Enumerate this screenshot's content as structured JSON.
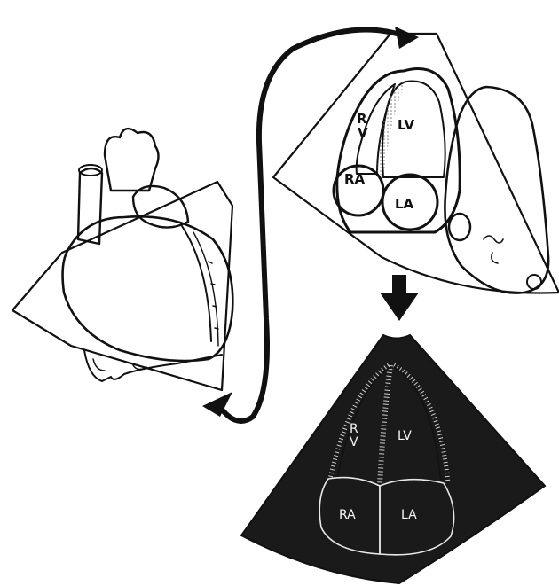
{
  "labels": {
    "section": {
      "rv_r": "R",
      "rv_v": "V",
      "lv": "LV",
      "ra": "RA",
      "la": "LA"
    },
    "echo": {
      "rv_r": "R",
      "rv_v": "V",
      "lv": "LV",
      "ra": "RA",
      "la": "LA"
    }
  },
  "colors": {
    "ink": "#111111",
    "echo_background": "#1a1a1a",
    "echo_line": "#e8e8e8",
    "paper": "#ffffff"
  }
}
